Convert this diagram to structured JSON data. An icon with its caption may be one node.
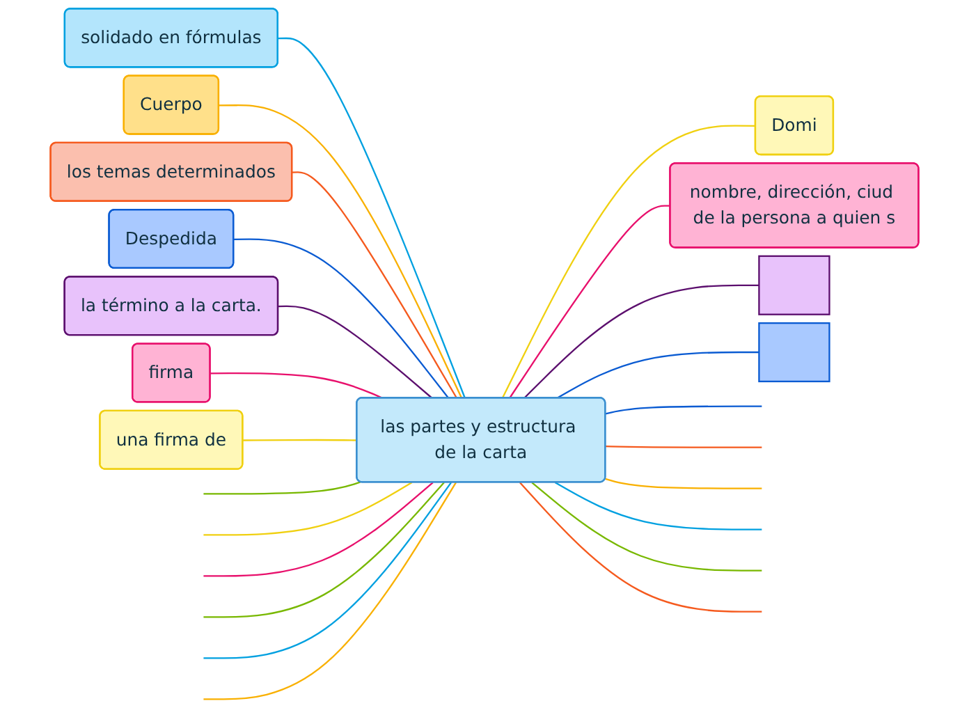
{
  "diagram": {
    "nodes": [
      {
        "text": [
          "las partes y estructura de la carta"
        ]
      },
      {
        "text": [
          "solidado en fórmulas"
        ]
      },
      {
        "text": [
          "Cuerpo"
        ]
      },
      {
        "text": [
          "los temas determinados"
        ]
      },
      {
        "text": [
          "Despedida"
        ]
      },
      {
        "text": [
          "la término a la carta."
        ]
      },
      {
        "text": [
          "firma"
        ]
      },
      {
        "text": [
          "una firma de"
        ]
      },
      {
        "text": [
          "Domi"
        ]
      },
      {
        "text": [
          "nombre, dirección, ciud de la persona a quien s"
        ]
      },
      {
        "text": [],
        "shape": "box"
      },
      {
        "text": [],
        "shape": "box"
      }
    ],
    "edges": [
      {
        "from": 1,
        "to": 0,
        "arrow": "none",
        "color": "#00a0e0"
      },
      {
        "from": 2,
        "to": 0,
        "arrow": "none",
        "color": "#f9b000"
      },
      {
        "from": 3,
        "to": 0,
        "arrow": "none",
        "color": "#f55a1e"
      },
      {
        "from": 4,
        "to": 0,
        "arrow": "none",
        "color": "#0a5bd2"
      },
      {
        "from": 5,
        "to": 0,
        "arrow": "none",
        "color": "#5c0f6e"
      },
      {
        "from": 6,
        "to": 0,
        "arrow": "none",
        "color": "#e8106c"
      },
      {
        "from": 7,
        "to": 0,
        "arrow": "none",
        "color": "#f0d010"
      },
      {
        "from": 0,
        "to": 8,
        "arrow": "none",
        "color": "#f0d010"
      },
      {
        "from": 0,
        "to": 9,
        "arrow": "none",
        "color": "#e8106c"
      },
      {
        "from": 0,
        "to": 10,
        "arrow": "none",
        "color": "#5c0f6e"
      },
      {
        "from": 0,
        "to": 11,
        "arrow": "none",
        "color": "#0a5bd2"
      },
      {
        "from": null,
        "to": 0,
        "arrow": "none",
        "color": "#78b800"
      },
      {
        "from": null,
        "to": 0,
        "arrow": "none",
        "color": "#f0d010"
      },
      {
        "from": null,
        "to": 0,
        "arrow": "none",
        "color": "#e8106c"
      },
      {
        "from": null,
        "to": 0,
        "arrow": "none",
        "color": "#78b800"
      },
      {
        "from": null,
        "to": 0,
        "arrow": "none",
        "color": "#00a0e0"
      },
      {
        "from": null,
        "to": 0,
        "arrow": "none",
        "color": "#f9b000"
      },
      {
        "from": 0,
        "to": null,
        "arrow": "none",
        "color": "#0a5bd2"
      },
      {
        "from": 0,
        "to": null,
        "arrow": "none",
        "color": "#f55a1e"
      },
      {
        "from": 0,
        "to": null,
        "arrow": "none",
        "color": "#f9b000"
      },
      {
        "from": 0,
        "to": null,
        "arrow": "none",
        "color": "#00a0e0"
      },
      {
        "from": 0,
        "to": null,
        "arrow": "none",
        "color": "#78b800"
      },
      {
        "from": 0,
        "to": null,
        "arrow": "none",
        "color": "#f55a1e"
      }
    ]
  }
}
